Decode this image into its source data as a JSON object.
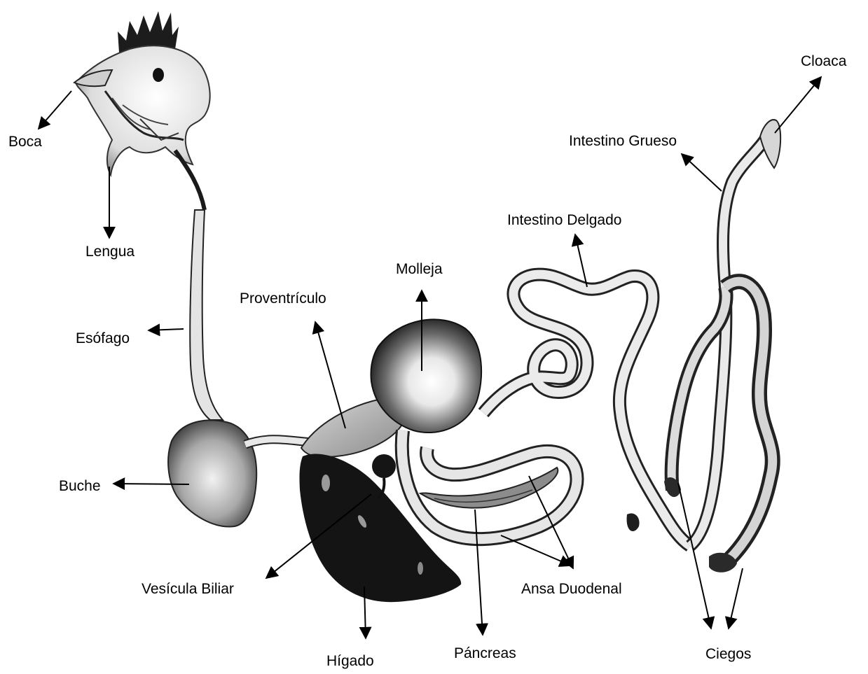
{
  "labels": {
    "boca": "Boca",
    "lengua": "Lengua",
    "esofago": "Esófago",
    "buche": "Buche",
    "proventriculo": "Proventrículo",
    "molleja": "Molleja",
    "intestino_delgado": "Intestino Delgado",
    "intestino_grueso": "Intestino Grueso",
    "cloaca": "Cloaca",
    "vesicula_biliar": "Vesícula Biliar",
    "higado": "Hígado",
    "pancreas": "Páncreas",
    "ansa_duodenal": "Ansa Duodenal",
    "ciegos": "Ciegos"
  },
  "colors": {
    "ink": "#000000",
    "organ_light": "#e6e6e6",
    "organ_mid": "#9a9a9a",
    "organ_dark": "#141414",
    "background": "#ffffff"
  }
}
